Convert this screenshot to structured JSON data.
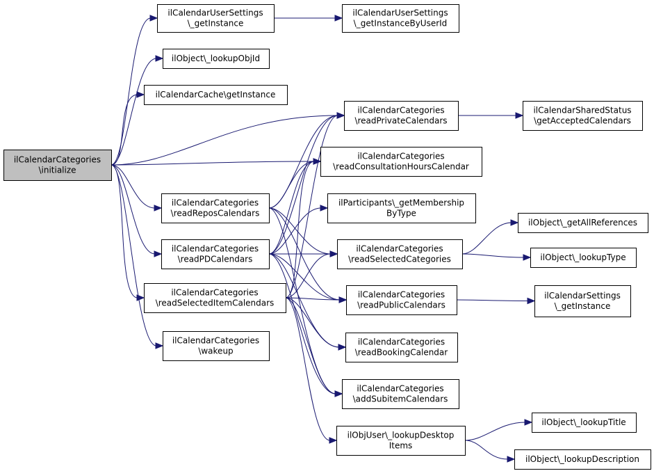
{
  "nodes": {
    "initialize": {
      "lines": [
        "ilCalendarCategories",
        "\\initialize"
      ],
      "interactable": false
    },
    "userSettingsGetInstance": {
      "lines": [
        "ilCalendarUserSettings",
        "\\_getInstance"
      ],
      "interactable": true
    },
    "userSettingsByUserId": {
      "lines": [
        "ilCalendarUserSettings",
        "\\_getInstanceByUserId"
      ],
      "interactable": true
    },
    "lookupObjId": {
      "lines": [
        "ilObject\\_lookupObjId"
      ],
      "interactable": true
    },
    "cacheGetInstance": {
      "lines": [
        "ilCalendarCache\\getInstance"
      ],
      "interactable": true
    },
    "readPrivate": {
      "lines": [
        "ilCalendarCategories",
        "\\readPrivateCalendars"
      ],
      "interactable": true
    },
    "sharedStatus": {
      "lines": [
        "ilCalendarSharedStatus",
        "\\getAcceptedCalendars"
      ],
      "interactable": true
    },
    "readConsultation": {
      "lines": [
        "ilCalendarCategories",
        "\\readConsultationHoursCalendar"
      ],
      "interactable": true
    },
    "readRepos": {
      "lines": [
        "ilCalendarCategories",
        "\\readReposCalendars"
      ],
      "interactable": true
    },
    "participants": {
      "lines": [
        "ilParticipants\\_getMembership",
        "ByType"
      ],
      "interactable": true
    },
    "getAllReferences": {
      "lines": [
        "ilObject\\_getAllReferences"
      ],
      "interactable": true
    },
    "readPD": {
      "lines": [
        "ilCalendarCategories",
        "\\readPDCalendars"
      ],
      "interactable": true
    },
    "readSelectedCategories": {
      "lines": [
        "ilCalendarCategories",
        "\\readSelectedCategories"
      ],
      "interactable": true
    },
    "lookupType": {
      "lines": [
        "ilObject\\_lookupType"
      ],
      "interactable": true
    },
    "readSelectedItem": {
      "lines": [
        "ilCalendarCategories",
        "\\readSelectedItemCalendars"
      ],
      "interactable": true
    },
    "readPublic": {
      "lines": [
        "ilCalendarCategories",
        "\\readPublicCalendars"
      ],
      "interactable": true
    },
    "settingsGetInstance": {
      "lines": [
        "ilCalendarSettings",
        "\\_getInstance"
      ],
      "interactable": true
    },
    "wakeup": {
      "lines": [
        "ilCalendarCategories",
        "\\wakeup"
      ],
      "interactable": true
    },
    "readBooking": {
      "lines": [
        "ilCalendarCategories",
        "\\readBookingCalendar"
      ],
      "interactable": true
    },
    "addSubitem": {
      "lines": [
        "ilCalendarCategories",
        "\\addSubitemCalendars"
      ],
      "interactable": true
    },
    "desktopItems": {
      "lines": [
        "ilObjUser\\_lookupDesktop",
        "Items"
      ],
      "interactable": true
    },
    "lookupTitle": {
      "lines": [
        "ilObject\\_lookupTitle"
      ],
      "interactable": true
    },
    "lookupDescription": {
      "lines": [
        "ilObject\\_lookupDescription"
      ],
      "interactable": true
    }
  },
  "edges": [
    [
      "initialize",
      "userSettingsGetInstance"
    ],
    [
      "initialize",
      "lookupObjId"
    ],
    [
      "initialize",
      "cacheGetInstance"
    ],
    [
      "initialize",
      "readPrivate"
    ],
    [
      "initialize",
      "readConsultation"
    ],
    [
      "initialize",
      "readRepos"
    ],
    [
      "initialize",
      "readPD"
    ],
    [
      "initialize",
      "readSelectedItem"
    ],
    [
      "initialize",
      "wakeup"
    ],
    [
      "userSettingsGetInstance",
      "userSettingsByUserId"
    ],
    [
      "readPrivate",
      "sharedStatus"
    ],
    [
      "readRepos",
      "readPrivate"
    ],
    [
      "readRepos",
      "readConsultation"
    ],
    [
      "readRepos",
      "readSelectedCategories"
    ],
    [
      "readRepos",
      "readPublic"
    ],
    [
      "readRepos",
      "addSubitem"
    ],
    [
      "readPD",
      "readPrivate"
    ],
    [
      "readPD",
      "readConsultation"
    ],
    [
      "readPD",
      "participants"
    ],
    [
      "readPD",
      "readSelectedCategories"
    ],
    [
      "readPD",
      "readPublic"
    ],
    [
      "readPD",
      "readBooking"
    ],
    [
      "readPD",
      "addSubitem"
    ],
    [
      "readSelectedItem",
      "readPrivate"
    ],
    [
      "readSelectedItem",
      "readConsultation"
    ],
    [
      "readSelectedItem",
      "readSelectedCategories"
    ],
    [
      "readSelectedItem",
      "readPublic"
    ],
    [
      "readSelectedItem",
      "readBooking"
    ],
    [
      "readSelectedItem",
      "addSubitem"
    ],
    [
      "readSelectedItem",
      "desktopItems"
    ],
    [
      "readSelectedCategories",
      "getAllReferences"
    ],
    [
      "readSelectedCategories",
      "lookupType"
    ],
    [
      "readPublic",
      "settingsGetInstance"
    ],
    [
      "desktopItems",
      "lookupTitle"
    ],
    [
      "desktopItems",
      "lookupDescription"
    ]
  ]
}
